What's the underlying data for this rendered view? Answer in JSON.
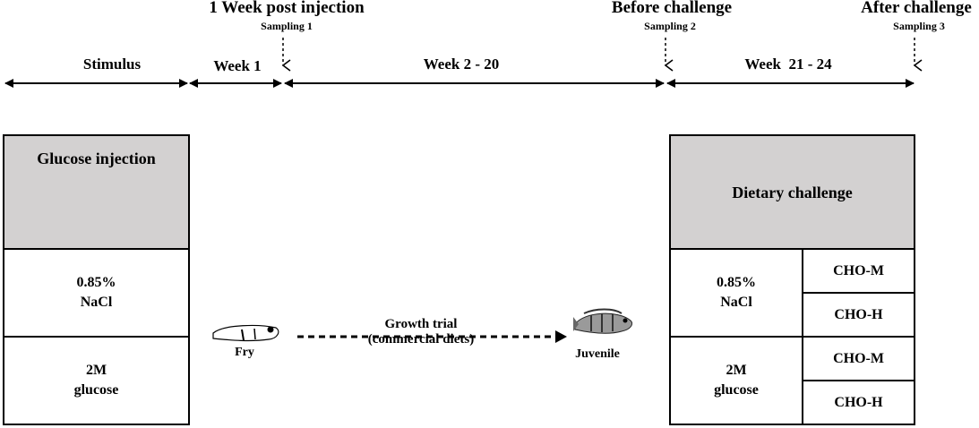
{
  "timeline": {
    "phases": [
      {
        "label": "Stimulus"
      },
      {
        "label": "Week 1"
      },
      {
        "label": "Week 2 - 20"
      },
      {
        "label": "Week  21 - 24"
      }
    ],
    "events": [
      {
        "title": "1 Week post injection",
        "sampling": "Sampling 1"
      },
      {
        "title": "Before challenge",
        "sampling": "Sampling 2"
      },
      {
        "title": "After challenge",
        "sampling": "Sampling 3"
      }
    ]
  },
  "left_table": {
    "header": "Glucose injection",
    "rows": [
      {
        "line1": "0.85%",
        "line2": "NaCl"
      },
      {
        "line1": "2M",
        "line2": "glucose"
      }
    ]
  },
  "middle": {
    "start_label": "Fry",
    "arrow_label_line1": "Growth trial",
    "arrow_label_line2": "(commercial diets)",
    "end_label": "Juvenile"
  },
  "right_table": {
    "header": "Dietary challenge",
    "groups": [
      {
        "line1": "0.85%",
        "line2": "NaCl",
        "diets": [
          "CHO-M",
          "CHO-H"
        ]
      },
      {
        "line1": "2M",
        "line2": "glucose",
        "diets": [
          "CHO-M",
          "CHO-H"
        ]
      }
    ]
  },
  "colors": {
    "header_fill": "#d3d1d1",
    "line": "#000000"
  }
}
